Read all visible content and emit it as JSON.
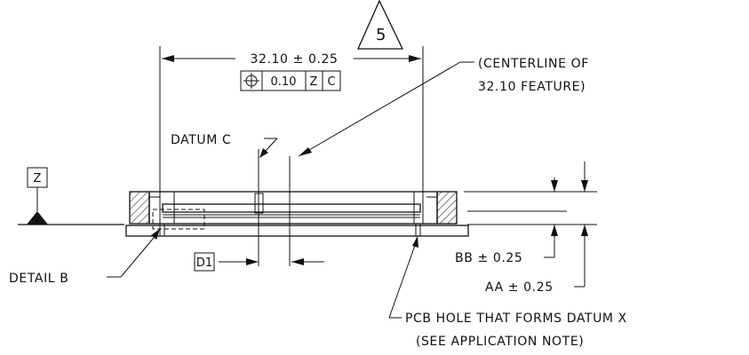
{
  "labels": {
    "rev_flag": "5",
    "dim_width": "32.10 ± 0.25",
    "fcf_position_symbol": "⊕",
    "fcf_tolerance": "0.10",
    "fcf_datum_1": "Z",
    "fcf_datum_2": "C",
    "centerline_line1": "(CENTERLINE OF",
    "centerline_line2": "32.10 FEATURE)",
    "datum_c": "DATUM C",
    "datum_z": "Z",
    "detail_b": "DETAIL B",
    "d1": "D1",
    "bb": "BB ± 0.25",
    "aa": "AA ± 0.25",
    "pcb_line1": "PCB HOLE THAT FORMS DATUM X",
    "pcb_line2": "(SEE APPLICATION NOTE)"
  }
}
